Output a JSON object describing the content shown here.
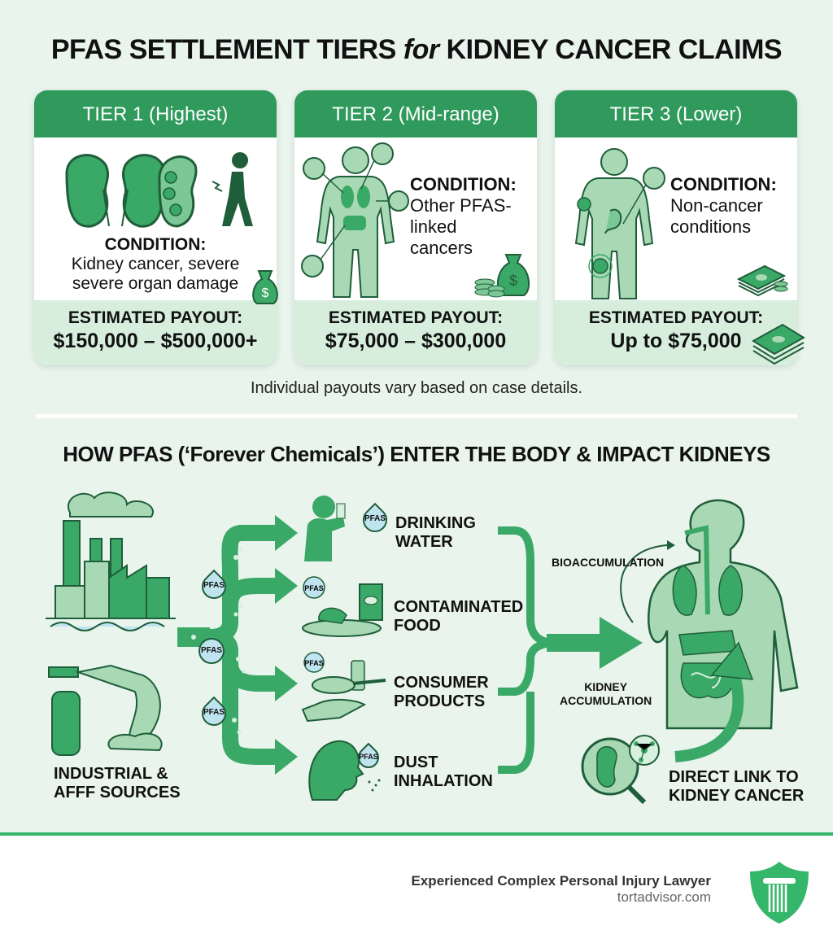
{
  "title": {
    "part1": "PFAS SETTLEMENT TIERS ",
    "italic": "for",
    "part2": " KIDNEY CANCER CLAIMS"
  },
  "tiers": [
    {
      "header": "TIER 1 (Highest)",
      "condition_label": "CONDITION:",
      "condition_line1": "Kidney cancer, severe",
      "condition_line2": "severe organ damage",
      "payout_label": "ESTIMATED PAYOUT:",
      "payout_value": "$150,000 – $500,000+",
      "icons": [
        "kidneys-icon",
        "damaged-kidney-icon",
        "person-in-pain-icon",
        "money-bag-icon"
      ]
    },
    {
      "header": "TIER 2 (Mid-range)",
      "condition_label": "CONDITION:",
      "condition_line1": "Other PFAS-",
      "condition_line2": "linked",
      "condition_line3": "cancers",
      "payout_label": "ESTIMATED PAYOUT:",
      "payout_value": "$75,000 – $300,000",
      "icons": [
        "body-organs-icon",
        "money-bag-coins-icon"
      ]
    },
    {
      "header": "TIER 3 (Lower)",
      "condition_label": "CONDITION:",
      "condition_line1": "Non-cancer",
      "condition_line2": "conditions",
      "payout_label": "ESTIMATED PAYOUT:",
      "payout_value": "Up to $75,000",
      "icons": [
        "body-joints-icon",
        "cash-stack-icon"
      ]
    }
  ],
  "note": "Individual payouts vary based on case details.",
  "section2_title": "HOW PFAS (‘Forever Chemicals’) ENTER THE BODY & IMPACT KIDNEYS",
  "sources": {
    "line1": "INDUSTRIAL &",
    "line2": "AFFF SOURCES"
  },
  "pfas_tag": "PFAS",
  "pathways": [
    {
      "line1": "DRINKING",
      "line2": "WATER"
    },
    {
      "line1": "CONTAMINATED",
      "line2": "FOOD"
    },
    {
      "line1": "CONSUMER",
      "line2": "PRODUCTS"
    },
    {
      "line1": "DUST",
      "line2": "INHALATION"
    }
  ],
  "body_labels": {
    "bioaccumulation": "BIOACCUMULATION",
    "kidney_acc_1": "KIDNEY",
    "kidney_acc_2": "ACCUMULATION",
    "direct_link_1": "DIRECT LINK TO",
    "direct_link_2": "KIDNEY CANCER"
  },
  "footer": {
    "tagline": "Experienced Complex Personal Injury Lawyer",
    "url": "tortadvisor.com"
  },
  "colors": {
    "background": "#e8f4ec",
    "primary_green": "#2f9a5c",
    "light_green": "#a8d8b4",
    "footer_line": "#34b76a",
    "pfas_drop": "#bfe4f0"
  }
}
